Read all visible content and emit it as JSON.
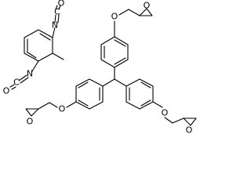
{
  "molecules": [
    {
      "id": "toluene-diisocyanate",
      "atom_labels": {
        "n_top": "N",
        "c_top": "C",
        "o_top": "O",
        "n_bottom": "N",
        "c_bottom": "C",
        "o_bottom": "O"
      }
    },
    {
      "id": "tris-glycidyloxyphenyl-methane",
      "atom_labels": {
        "o_ether_top": "O",
        "o_epoxide_top": "O",
        "o_ether_left": "O",
        "o_epoxide_left": "O",
        "o_ether_right": "O",
        "o_epoxide_right": "O"
      }
    }
  ]
}
